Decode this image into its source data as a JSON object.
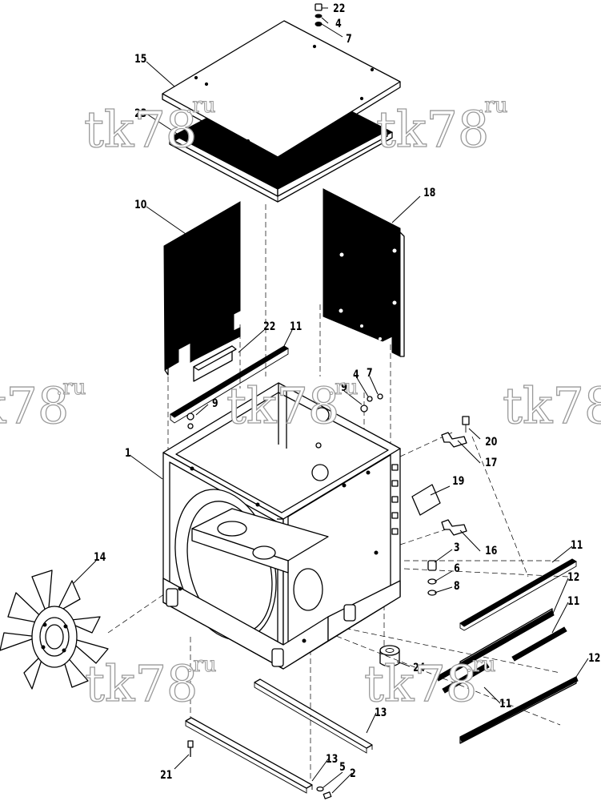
{
  "watermark": {
    "main": "tk78",
    "suffix": ".ru"
  },
  "callouts": {
    "c1": "1",
    "c2": "2",
    "c3": "3",
    "c4a": "4",
    "c4b": "4",
    "c5": "5",
    "c6": "6",
    "c7a": "7",
    "c7b": "7",
    "c8": "8",
    "c9a": "9",
    "c9b": "9",
    "c10": "10",
    "c11a": "11",
    "c11b": "11",
    "c11c": "11",
    "c11d": "11",
    "c12a": "12",
    "c12b": "12",
    "c13a": "13",
    "c13b": "13",
    "c14": "14",
    "c15": "15",
    "c16": "16",
    "c17": "17",
    "c18": "18",
    "c19": "19",
    "c20": "20",
    "c21": "21",
    "c22a": "22",
    "c22b": "22",
    "c23": "23",
    "c24": "24"
  }
}
